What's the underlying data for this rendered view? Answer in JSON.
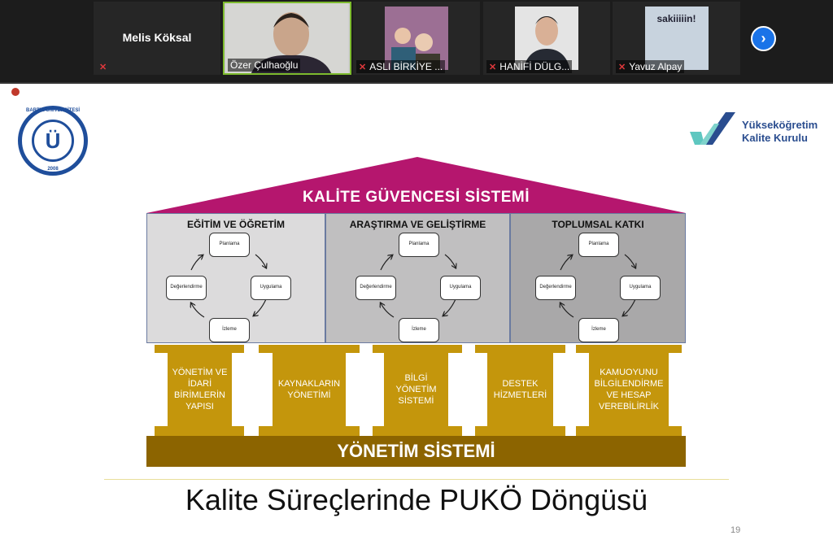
{
  "meeting": {
    "participants": [
      {
        "name": "Melis Köksal",
        "muted": true,
        "video": false
      },
      {
        "name": "Özer Çulhaoğlu",
        "muted": false,
        "video": true,
        "active_speaker": true
      },
      {
        "name": "ASLI BİRKİYE ...",
        "muted": true,
        "video": true
      },
      {
        "name": "HANİFİ DÜLG...",
        "muted": true,
        "video": true
      },
      {
        "name": "Yavuz Alpay",
        "muted": true,
        "video": true,
        "photo_text": "sakiiiiin!"
      }
    ],
    "next_icon": "chevron-right-icon",
    "active_color": "#7dbb2e"
  },
  "slide": {
    "logo_left": {
      "ring_text": "BARTIN ÜNİVERSİTESİ",
      "year": "2008"
    },
    "logo_right": {
      "line1": "Yükseköğretim",
      "line2": "Kalite Kurulu"
    },
    "roof_title": "KALİTE GÜVENCESİ SİSTEMİ",
    "panels": [
      {
        "title": "EĞİTİM VE ÖĞRETİM"
      },
      {
        "title": "ARAŞTIRMA VE GELİŞTİRME"
      },
      {
        "title": "TOPLUMSAL KATKI"
      }
    ],
    "cycle": {
      "plan": "Planlama",
      "do": "Uygulama",
      "check": "İzleme",
      "act": "Değerlendirme"
    },
    "pillars": [
      "YÖNETİM VE İDARİ BİRİMLERİN YAPISI",
      "KAYNAKLARIN YÖNETİMİ",
      "BİLGİ YÖNETİM SİSTEMİ",
      "DESTEK HİZMETLERİ",
      "KAMUOYUNU BİLGİLENDİRME VE HESAP VEREBİLİRLİK"
    ],
    "foundation": "YÖNETİM SİSTEMİ",
    "title": "Kalite Süreçlerinde PUKÖ Döngüsü",
    "page_number": "19",
    "colors": {
      "roof": "#b5166e",
      "pillar": "#c4960c",
      "foundation": "#8c6400"
    }
  }
}
